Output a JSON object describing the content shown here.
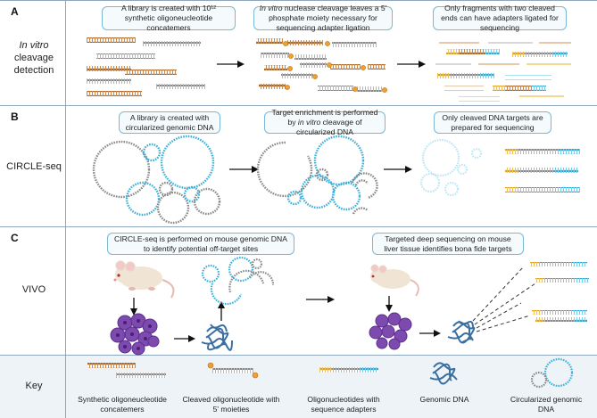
{
  "panels": [
    {
      "letter": "A",
      "name_italic": "In vitro",
      "name_rest": " cleavage detection",
      "callouts": [
        {
          "text": "A library is created with 10¹² synthetic oligoneucleotide concatemers"
        },
        {
          "italic": "In vitro",
          "text": " nuclease cleavage leaves a 5' phosphate moiety necessary for sequencing adapter ligation"
        },
        {
          "text": "Only fragments with two cleaved ends can have adapters ligated for sequencing"
        }
      ]
    },
    {
      "letter": "B",
      "name": "CIRCLE-seq",
      "callouts": [
        {
          "text": "A library is created with circularized genomic DNA"
        },
        {
          "text_before": "Target enrichment is performed by ",
          "italic": "in vitro",
          "text_after": " cleavage of circularized DNA"
        },
        {
          "text": "Only cleaved DNA targets are prepared for sequencing"
        }
      ]
    },
    {
      "letter": "C",
      "name": "VIVO",
      "callouts": [
        {
          "text": "CIRCLE-seq is performed on mouse genomic DNA to identify potential off-target sites"
        },
        {
          "text": "Targeted deep sequencing on mouse liver tissue identifies bona fide targets"
        }
      ]
    }
  ],
  "key": {
    "title": "Key",
    "items": [
      {
        "label": "Synthetic oligoneucleotide concatemers"
      },
      {
        "label": "Cleaved oligonucleotide with 5' moieties"
      },
      {
        "label": "Oligonucleotides with sequence adapters"
      },
      {
        "label": "Genomic DNA"
      },
      {
        "label": "Circularized genomic DNA"
      }
    ]
  },
  "colors": {
    "border": "#8fa7bd",
    "callout_border": "#7ab8d6",
    "oligo_orange": "#c98a4a",
    "oligo_gray": "#9a9a9a",
    "dna_blue": "#3eb0d8",
    "adapter_yellow": "#f0b429",
    "adapter_cyan": "#4fc3e8",
    "phosphate": "#f0a030",
    "liver_purple": "#7d4bb0",
    "key_bg": "#eef3f8"
  }
}
